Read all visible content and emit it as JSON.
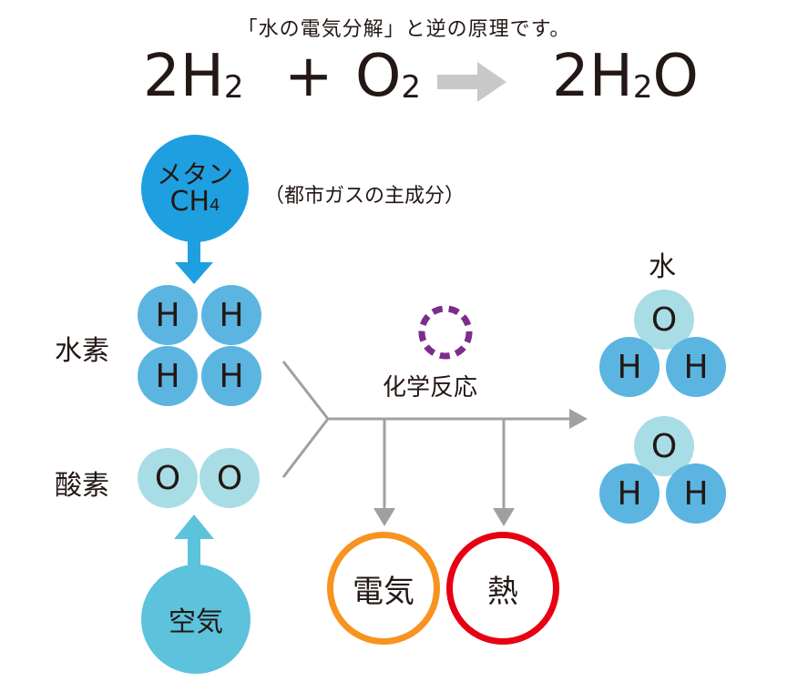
{
  "caption": "「水の電気分解」と逆の原理です。",
  "equation": {
    "lhs1_coef": "2H",
    "lhs1_sub": "2",
    "plus": "+",
    "lhs2": "O",
    "lhs2_sub": "2",
    "rhs_coef": "2H",
    "rhs_sub": "2",
    "rhs_tail": "O"
  },
  "methane": {
    "line1": "メタン",
    "line2": "CH",
    "line2_sub": "4",
    "note": "（都市ガスの主成分）"
  },
  "hydrogen": {
    "label": "水素",
    "atoms": [
      "H",
      "H",
      "H",
      "H"
    ]
  },
  "oxygen": {
    "label": "酸素",
    "atoms": [
      "O",
      "O"
    ]
  },
  "air": {
    "label": "空気"
  },
  "reaction": {
    "label": "化学反応"
  },
  "water": {
    "label": "水",
    "molecules": [
      {
        "o": "O",
        "h1": "H",
        "h2": "H"
      },
      {
        "o": "O",
        "h1": "H",
        "h2": "H"
      }
    ]
  },
  "outputs": {
    "electricity": "電気",
    "heat": "熱"
  },
  "colors": {
    "hydrogen": "#5bb5e0",
    "oxygen": "#a9dde6",
    "methane": "#1e9fe0",
    "air": "#5dc2dc",
    "electricity": "#f7931e",
    "heat": "#e60012",
    "arrow_gray": "#a0a0a0",
    "dashed_circle": "#7b2d8b"
  }
}
